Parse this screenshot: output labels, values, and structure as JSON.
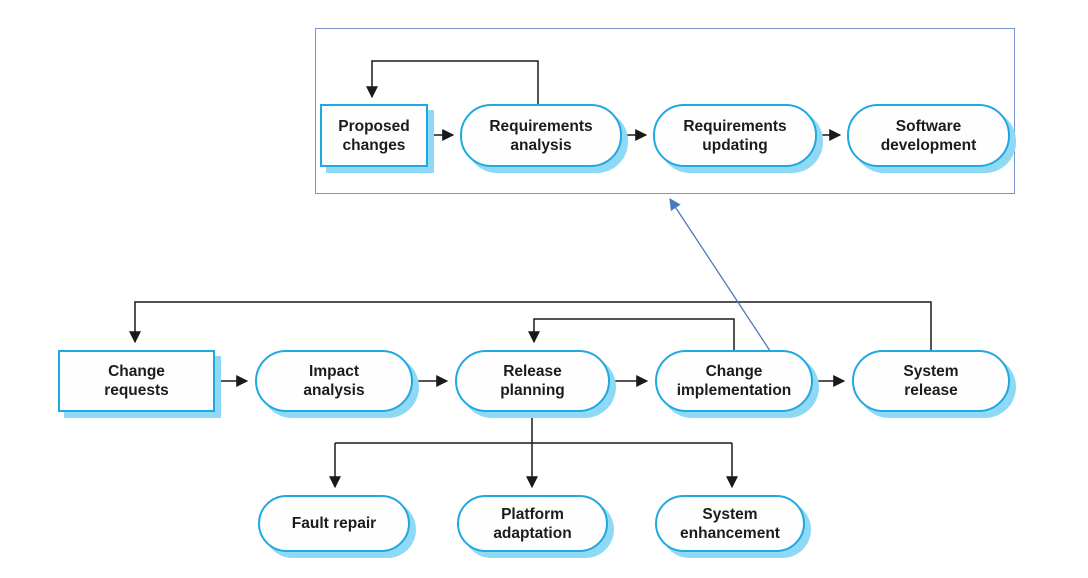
{
  "diagram": {
    "type": "flowchart",
    "subject": "software change and evolution process",
    "colors": {
      "node_border": "#1fa8e1",
      "node_shadow": "#8fd9f4",
      "node_fill": "#fefefe",
      "frame_border": "#7b96cc",
      "connector": "#1a1a1a",
      "expansion_arrow": "#4d79bd",
      "text": "#1e1b1c",
      "background": "#ffffff"
    }
  },
  "nodes": {
    "proposed_changes": {
      "lines": [
        "Proposed",
        "changes"
      ],
      "shape": "rect"
    },
    "requirements_analysis": {
      "lines": [
        "Requirements",
        "analysis"
      ],
      "shape": "stadium"
    },
    "requirements_updating": {
      "lines": [
        "Requirements",
        "updating"
      ],
      "shape": "stadium"
    },
    "software_development": {
      "lines": [
        "Software",
        "development"
      ],
      "shape": "stadium"
    },
    "change_requests": {
      "lines": [
        "Change",
        "requests"
      ],
      "shape": "rect"
    },
    "impact_analysis": {
      "lines": [
        "Impact",
        "analysis"
      ],
      "shape": "stadium"
    },
    "release_planning": {
      "lines": [
        "Release",
        "planning"
      ],
      "shape": "stadium"
    },
    "change_implementation": {
      "lines": [
        "Change",
        "implementation"
      ],
      "shape": "stadium"
    },
    "system_release": {
      "lines": [
        "System",
        "release"
      ],
      "shape": "stadium"
    },
    "fault_repair": {
      "lines": [
        "Fault repair"
      ],
      "shape": "stadium"
    },
    "platform_adaptation": {
      "lines": [
        "Platform",
        "adaptation"
      ],
      "shape": "stadium"
    },
    "system_enhancement": {
      "lines": [
        "System",
        "enhancement"
      ],
      "shape": "stadium"
    }
  },
  "edges": [
    {
      "from": "proposed_changes",
      "to": "requirements_analysis",
      "style": "solid"
    },
    {
      "from": "requirements_analysis",
      "to": "requirements_updating",
      "style": "solid"
    },
    {
      "from": "requirements_updating",
      "to": "software_development",
      "style": "solid"
    },
    {
      "from": "requirements_analysis",
      "to": "proposed_changes",
      "style": "feedback-loop"
    },
    {
      "from": "change_requests",
      "to": "impact_analysis",
      "style": "solid"
    },
    {
      "from": "impact_analysis",
      "to": "release_planning",
      "style": "solid"
    },
    {
      "from": "release_planning",
      "to": "change_implementation",
      "style": "solid"
    },
    {
      "from": "change_implementation",
      "to": "system_release",
      "style": "solid"
    },
    {
      "from": "system_release",
      "to": "change_requests",
      "style": "feedback-loop"
    },
    {
      "from": "change_implementation",
      "to": "release_planning",
      "style": "feedback-loop"
    },
    {
      "from": "release_planning",
      "to": "fault_repair",
      "style": "branch"
    },
    {
      "from": "release_planning",
      "to": "platform_adaptation",
      "style": "branch"
    },
    {
      "from": "release_planning",
      "to": "system_enhancement",
      "style": "branch"
    },
    {
      "from": "change_implementation",
      "to": "top_process_frame",
      "style": "blue-expansion"
    }
  ]
}
